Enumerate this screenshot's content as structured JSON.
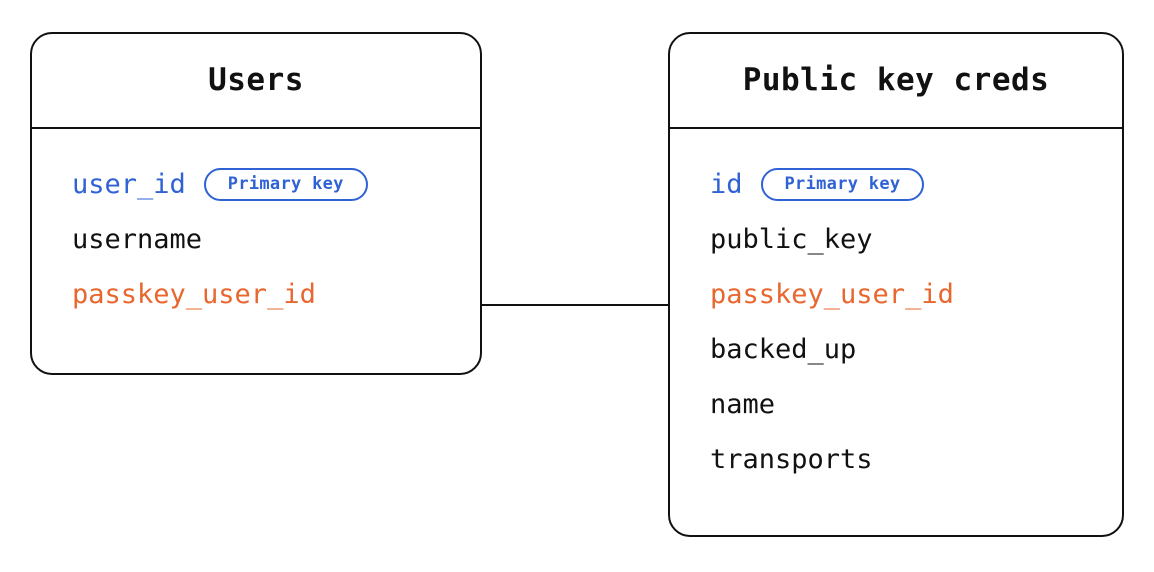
{
  "diagram": {
    "type": "entity-relationship-diagram",
    "background_color": "#ffffff",
    "colors": {
      "border": "#111111",
      "text": "#111111",
      "primary_key": "#2f62d4",
      "foreign_key": "#e8672f"
    },
    "entities": [
      {
        "id": "users",
        "title": "Users",
        "fields": [
          {
            "name": "user_id",
            "role": "primary",
            "badge": "Primary key"
          },
          {
            "name": "username",
            "role": "plain",
            "badge": null
          },
          {
            "name": "passkey_user_id",
            "role": "foreign",
            "badge": null
          }
        ]
      },
      {
        "id": "public-key-creds",
        "title": "Public key creds",
        "fields": [
          {
            "name": "id",
            "role": "primary",
            "badge": "Primary key"
          },
          {
            "name": "public_key",
            "role": "plain",
            "badge": null
          },
          {
            "name": "passkey_user_id",
            "role": "foreign",
            "badge": null
          },
          {
            "name": "backed_up",
            "role": "plain",
            "badge": null
          },
          {
            "name": "name",
            "role": "plain",
            "badge": null
          },
          {
            "name": "transports",
            "role": "plain",
            "badge": null
          }
        ]
      }
    ],
    "relationships": [
      {
        "id": "users-to-public-key-creds",
        "from_entity": "users",
        "from_field": "passkey_user_id",
        "to_entity": "public-key-creds",
        "to_field": "passkey_user_id"
      }
    ]
  }
}
